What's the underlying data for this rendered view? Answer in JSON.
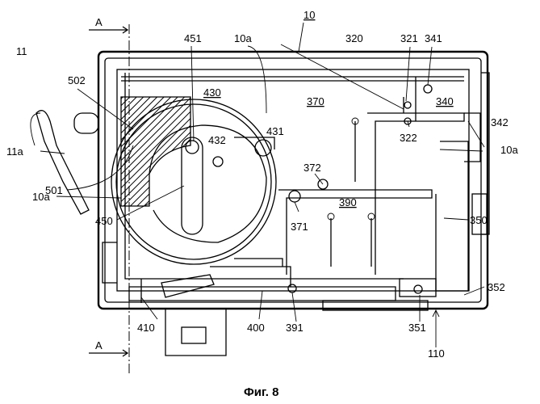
{
  "figure": {
    "caption": "Фиг. 8",
    "section_marks": [
      "A",
      "A"
    ],
    "labels": [
      "10",
      "10a",
      "451",
      "11",
      "502",
      "11a",
      "430",
      "431",
      "432",
      "370",
      "320",
      "321",
      "341",
      "340",
      "342",
      "322",
      "10a",
      "372",
      "501",
      "10a",
      "390",
      "371",
      "450",
      "350",
      "352",
      "410",
      "400",
      "391",
      "351",
      "110"
    ],
    "underlined": [
      "10",
      "430",
      "370",
      "340",
      "390"
    ]
  }
}
